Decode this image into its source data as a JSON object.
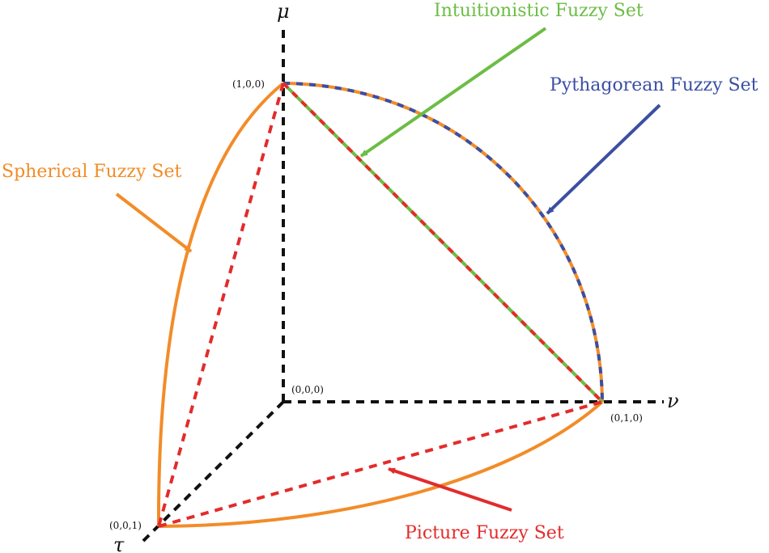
{
  "axes": {
    "mu": "μ",
    "nu": "ν",
    "tau": "τ"
  },
  "points": {
    "origin": "(0,0,0)",
    "mu_point": "(1,0,0)",
    "nu_point": "(0,1,0)",
    "tau_point": "(0,0,1)"
  },
  "labels": {
    "intuitionistic": "Intuitionistic Fuzzy Set",
    "pythagorean": "Pythagorean Fuzzy Set",
    "spherical": "Spherical Fuzzy Set",
    "picture": "Picture Fuzzy Set"
  },
  "colors": {
    "axis": "#111111",
    "intuitionistic": "#6cbd45",
    "pythagorean": "#3b4fa2",
    "spherical": "#f28c28",
    "picture": "#e32b2b"
  }
}
